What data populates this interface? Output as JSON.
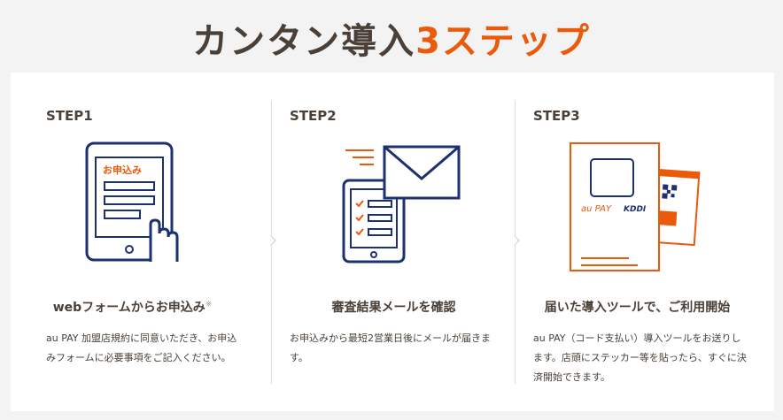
{
  "title": {
    "main": "カンタン導入",
    "accent": "3ステップ"
  },
  "steps": [
    {
      "label": "STEP1",
      "heading": "webフォームからお申込み",
      "note": "※",
      "description": "au PAY 加盟店規約に同意いただき、お申込みフォームに必要事項をご記入ください。",
      "form_label": "お申込み"
    },
    {
      "label": "STEP2",
      "heading": "審査結果メールを確認",
      "description": "お申込みから最短2営業日後にメールが届きます。"
    },
    {
      "label": "STEP3",
      "heading": "届いた導入ツールで、ご利用開始",
      "description": "au PAY（コード支払い）導入ツールをお送りします。店頭にステッカー等を貼ったら、すぐに決済開始できます。",
      "logo_aupay": "au PAY",
      "logo_kddi": "KDDI"
    }
  ],
  "colors": {
    "accent": "#eb5a0a",
    "navy": "#1d3170",
    "text": "#4a4038"
  }
}
